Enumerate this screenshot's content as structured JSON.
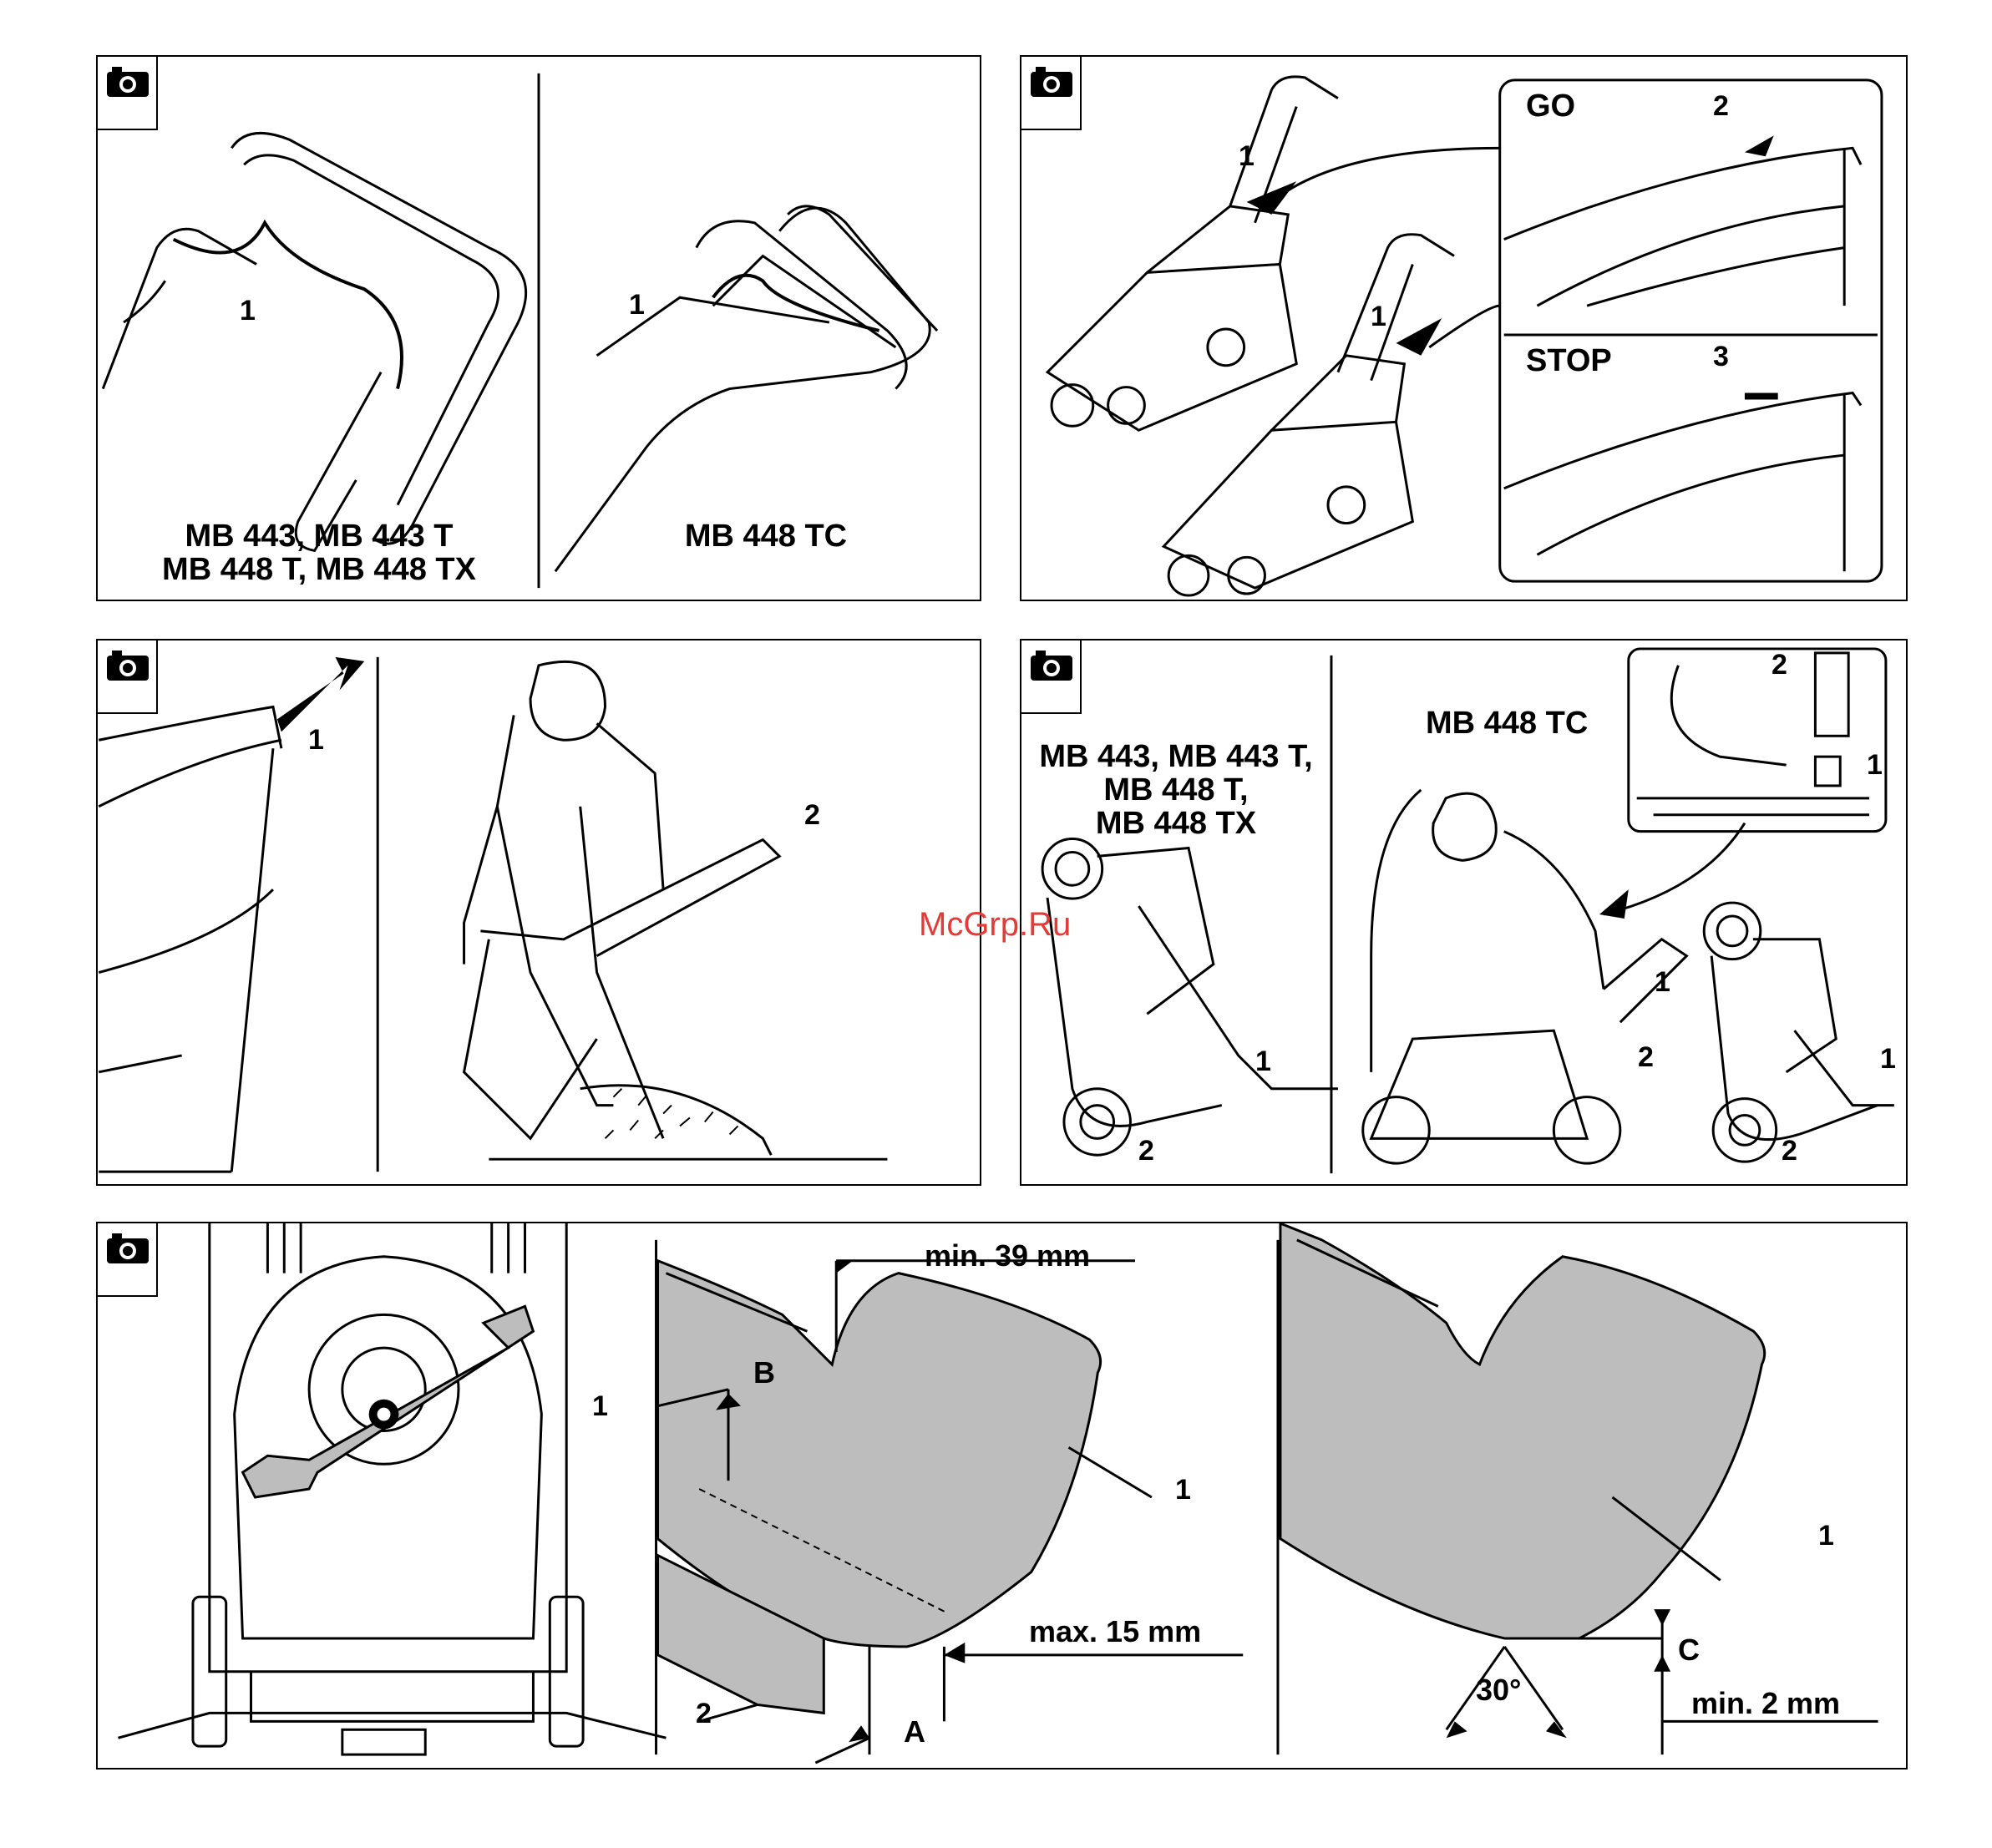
{
  "watermark": "McGrp.Ru",
  "panel1": {
    "left_models": [
      "MB 443, MB 443 T",
      "MB 448 T, MB 448 TX"
    ],
    "right_model": "MB 448 TC",
    "callouts": [
      "1",
      "1"
    ]
  },
  "panel2": {
    "go_label": "GO",
    "stop_label": "STOP",
    "callouts": [
      "1",
      "1",
      "2",
      "3"
    ]
  },
  "panel3": {
    "callouts": [
      "1",
      "2"
    ]
  },
  "panel4": {
    "left_models": [
      "MB 443, MB 443 T,",
      "MB 448 T,",
      "MB 448 TX"
    ],
    "right_model": "MB 448 TC",
    "callouts": [
      "1",
      "2",
      "2",
      "1",
      "1",
      "2",
      "1",
      "2"
    ]
  },
  "panel5": {
    "min_39": "min.  39 mm",
    "max_15": "max. 15 mm",
    "label_b": "B",
    "label_a": "A",
    "angle": "30°",
    "label_c": "C",
    "min_2": "min. 2 mm",
    "callouts": [
      "1",
      "1",
      "2",
      "1"
    ]
  },
  "colors": {
    "line": "#000000",
    "blade_fill": "#bdbdbd",
    "watermark": "#e53a36"
  }
}
